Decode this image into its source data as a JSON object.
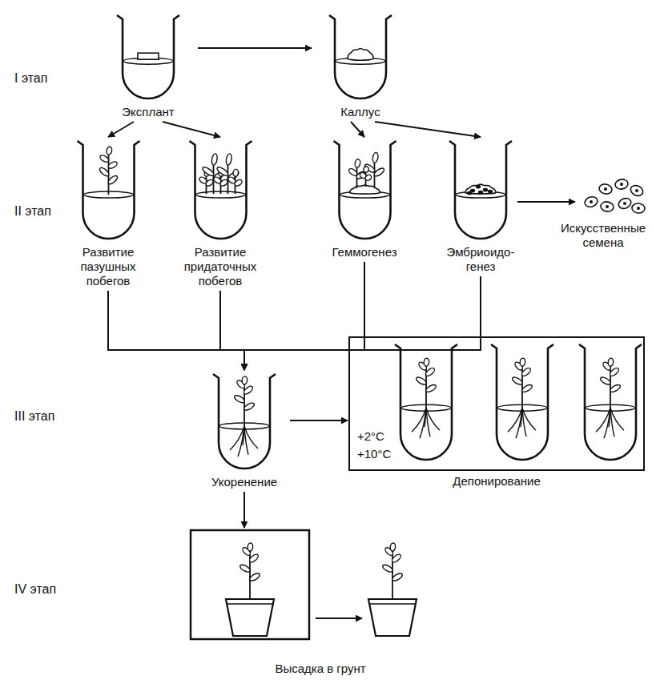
{
  "diagram": {
    "nodes": [
      {
        "text": [
          "Эксплант"
        ]
      },
      {
        "text": [
          "Каллус"
        ]
      },
      {
        "text": [
          "Развитие пазушных побегов"
        ]
      },
      {
        "text": [
          "Развитие придаточных побегов"
        ]
      },
      {
        "text": [
          "Геммогенез"
        ]
      },
      {
        "text": [
          "Эмбриоидо- генез"
        ]
      },
      {
        "text": [
          "Укоренение"
        ]
      },
      {
        "text": [
          "Депонирование"
        ]
      },
      {
        "text": [
          "Высадка в грунт"
        ]
      }
    ],
    "edges": [
      {
        "from": 0,
        "to": 1,
        "arrow": "to"
      },
      {
        "from": 0,
        "to": 2,
        "arrow": "to"
      },
      {
        "from": 0,
        "to": 3,
        "arrow": "to"
      },
      {
        "from": 1,
        "to": 4,
        "arrow": "to"
      },
      {
        "from": 1,
        "to": 5,
        "arrow": "to"
      },
      {
        "from": 2,
        "to": 6,
        "arrow": "to"
      },
      {
        "from": 3,
        "to": 6,
        "arrow": "to"
      },
      {
        "from": 4,
        "to": 6,
        "arrow": "to"
      },
      {
        "from": 5,
        "to": 6,
        "arrow": "to"
      },
      {
        "from": 6,
        "to": 7,
        "arrow": "to"
      },
      {
        "from": 6,
        "to": 8,
        "arrow": "to"
      }
    ],
    "labels": [
      "I этап",
      "II этап",
      "III этап",
      "IV этап",
      "+2°C",
      "+10°C",
      "Искусственные семена"
    ]
  }
}
